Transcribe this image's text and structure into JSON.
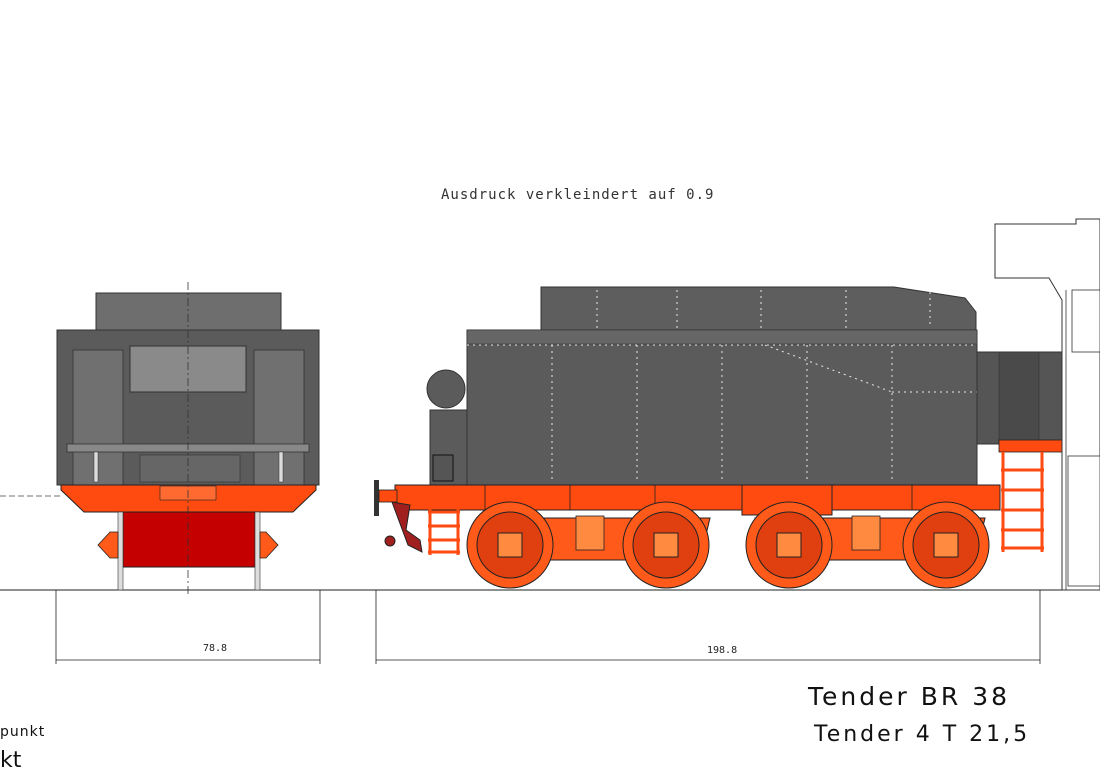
{
  "note": "Ausdruck verkleindert auf 0.9",
  "dimensions": {
    "front_width": "78.8",
    "side_length": "198.8"
  },
  "title": "Tender BR 38",
  "subtitle": "Tender 4 T 21,5",
  "fragments": {
    "line1": "punkt",
    "line2": "kt"
  },
  "colors": {
    "body_dark": "#5b5b5b",
    "body_mid": "#6e6e6e",
    "body_light": "#8a8a8a",
    "frame_orange": "#ff4a10",
    "frame_red": "#e01010",
    "wheel_orange": "#ff5a1a",
    "dark_red": "#c40000",
    "line": "#222222"
  }
}
